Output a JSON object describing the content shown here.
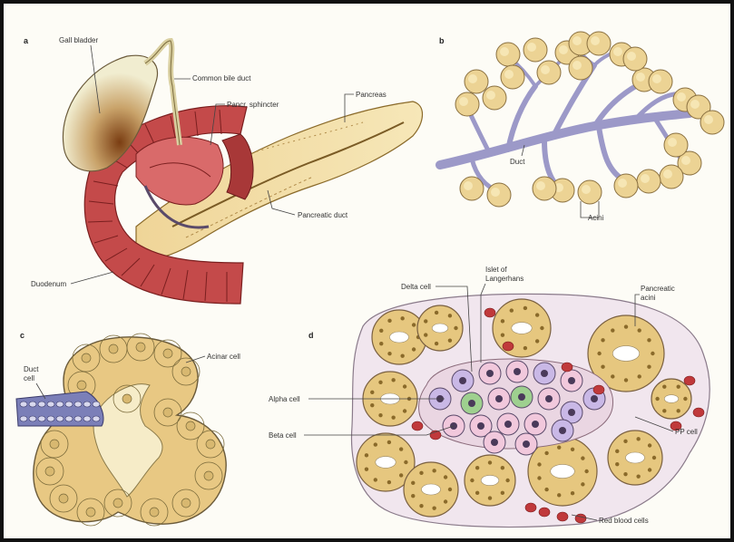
{
  "panels": {
    "a": "a",
    "b": "b",
    "c": "c",
    "d": "d"
  },
  "labels": {
    "gall_bladder": "Gall bladder",
    "common_bile_duct": "Common bile duct",
    "panc_sphincter": "Pancr. sphincter",
    "pancreas": "Pancreas",
    "pancreatic_duct": "Pancreatic duct",
    "duodenum": "Duodenum",
    "duct_b": "Duct",
    "acini": "Acini",
    "acinar_cell": "Acinar cell",
    "duct_cell_1": "Duct",
    "duct_cell_2": "cell",
    "delta_cell": "Delta cell",
    "islet_1": "Islet of",
    "islet_2": "Langerhans",
    "panc_acini_1": "Pancreatic",
    "panc_acini_2": "acini",
    "alpha_cell": "Alpha cell",
    "beta_cell": "Beta cell",
    "pp_cell": "PP cell",
    "red_blood_cells": "Red blood cells"
  }
}
